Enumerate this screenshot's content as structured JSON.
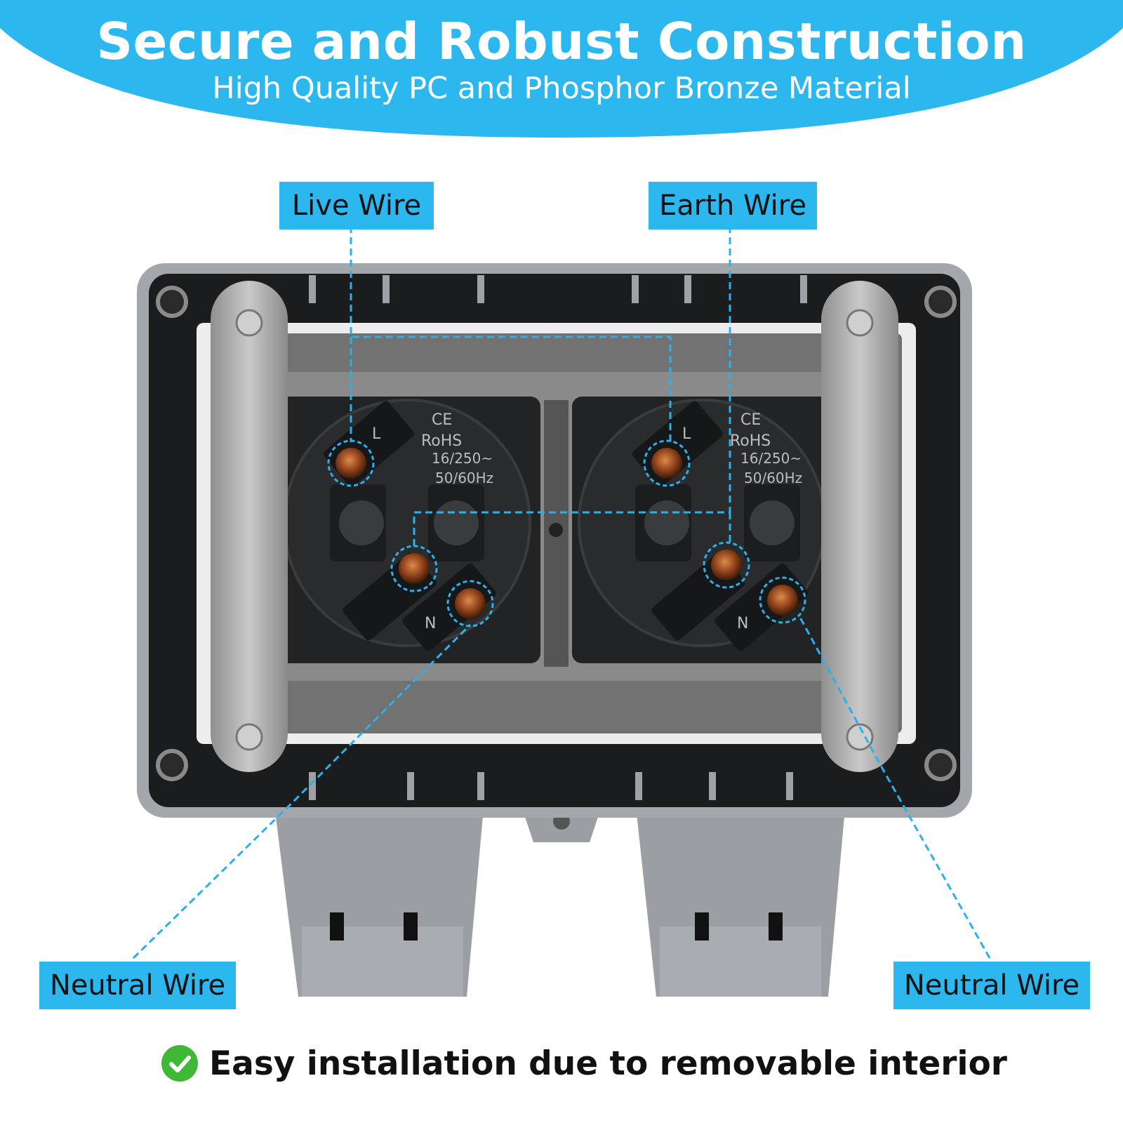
{
  "header": {
    "title": "Secure and Robust Construction",
    "subtitle": "High Quality PC and Phosphor Bronze Material"
  },
  "callouts": {
    "live": "Live Wire",
    "earth": "Earth Wire",
    "neutral_left": "Neutral Wire",
    "neutral_right": "Neutral Wire"
  },
  "socket_markings": {
    "cert": "CE",
    "rohs": "RoHS",
    "rating": "16/250~",
    "freq": "50/60Hz",
    "live_mark": "L",
    "neutral_mark": "N"
  },
  "footer": {
    "icon": "check-circle-icon",
    "text": "Easy installation due to removable interior"
  },
  "colors": {
    "accent": "#2cb7ef",
    "check": "#3fb737"
  }
}
